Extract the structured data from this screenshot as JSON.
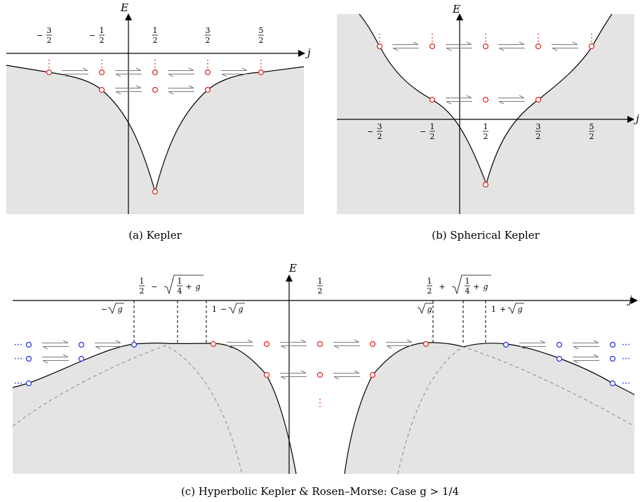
{
  "colors": {
    "region": "#e4e4e4",
    "red_point": "#e0221c",
    "blue_point": "#1f2ee0",
    "arrow": "#7a7a7a",
    "curve": "#000000",
    "dashed_curve": "#8a8a8a"
  },
  "panel_a": {
    "caption": "(a)  Kepler",
    "axis_e": "E",
    "axis_j": "j",
    "ticks": [
      "−3/2",
      "−1/2",
      "1/2",
      "3/2",
      "5/2"
    ],
    "continuation": "⋮"
  },
  "panel_b": {
    "caption": "(b)  Spherical Kepler",
    "axis_e": "E",
    "axis_j": "j",
    "ticks": [
      "−3/2",
      "−1/2",
      "1/2",
      "3/2",
      "5/2"
    ],
    "continuation": "⋮"
  },
  "panel_c": {
    "caption": "(c)  Hyperbolic Kepler & Rosen–Morse: Case g > 1/4",
    "axis_e": "E",
    "axis_j": "j",
    "top_left": "1/2 − √(1/4 + g)",
    "top_mid": "1/2",
    "top_right": "1/2 + √(1/4 + g)",
    "tick_neg_sqrt_g": "−√g",
    "tick_one_minus_sqrt_g": "1 − √g",
    "tick_sqrt_g": "√g",
    "tick_one_plus_sqrt_g": "1 + √g",
    "ellipsis": "···",
    "continuation": "⋮"
  }
}
